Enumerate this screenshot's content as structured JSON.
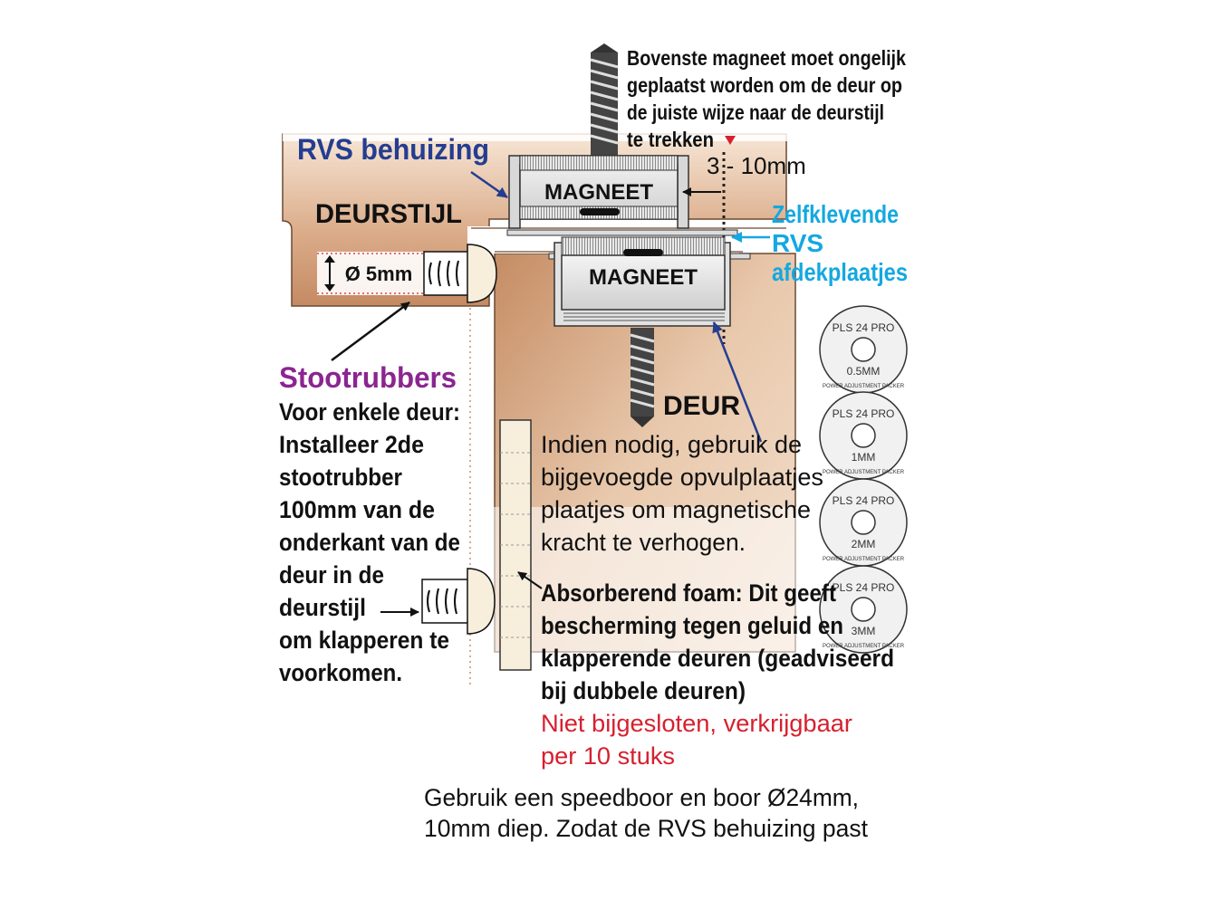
{
  "colors": {
    "wood_light": "#f3dcc8",
    "wood_dark": "#c48f68",
    "rvs_blue": "#243d90",
    "cyan": "#14a8e0",
    "purple": "#8b2590",
    "red": "#d6202f",
    "foam": "#f7efdc",
    "steel": "#e8e8e8"
  },
  "labels": {
    "top_note": [
      "Bovenste magneet moet ongelijk",
      "geplaatst worden om de deur op",
      "de juiste wijze naar de deurstijl",
      "te trekken"
    ],
    "gap_range": "3 - 10mm",
    "rvs_housing": "RVS behuizing",
    "door_frame": "DEURSTIJL",
    "magnet_top": "MAGNEET",
    "magnet_bottom": "MAGNEET",
    "cover_plates": [
      "Zelfklevende",
      "RVS",
      "afdekplaatjes"
    ],
    "diameter": "Ø 5mm",
    "door": "DEUR",
    "bumpers_title": "Stootrubbers",
    "bumpers_text": [
      "Voor enkele deur:",
      "Installeer 2de",
      "stootrubber",
      "100mm van de",
      "onderkant van de",
      "deur in de",
      "deurstijl",
      "om klapperen te",
      "voorkomen."
    ],
    "shims_text": [
      "Indien nodig, gebruik de",
      "bijgevoegde opvulplaatjes",
      "plaatjes om magnetische",
      "kracht te verhogen."
    ],
    "foam_text": [
      "Absorberend foam: Dit geeft",
      "bescherming tegen geluid en",
      "klapperende deuren (geadviseerd",
      "bij dubbele deuren)"
    ],
    "foam_note": [
      "Niet bijgesloten, verkrijgbaar",
      "per 10 stuks"
    ],
    "drill_text": [
      "Gebruik een speedboor en boor Ø24mm,",
      "10mm diep. Zodat de RVS behuizing past"
    ]
  },
  "shims": [
    {
      "brand": "PLS 24 PRO",
      "size": "0.5MM",
      "ring_text": "POWER ADJUSTMENT PACKER"
    },
    {
      "brand": "PLS 24 PRO",
      "size": "1MM",
      "ring_text": "POWER ADJUSTMENT PACKER"
    },
    {
      "brand": "PLS 24 PRO",
      "size": "2MM",
      "ring_text": "POWER ADJUSTMENT PACKER"
    },
    {
      "brand": "PLS 24 PRO",
      "size": "3MM",
      "ring_text": "POWER ADJUSTMENT PACKER"
    }
  ]
}
